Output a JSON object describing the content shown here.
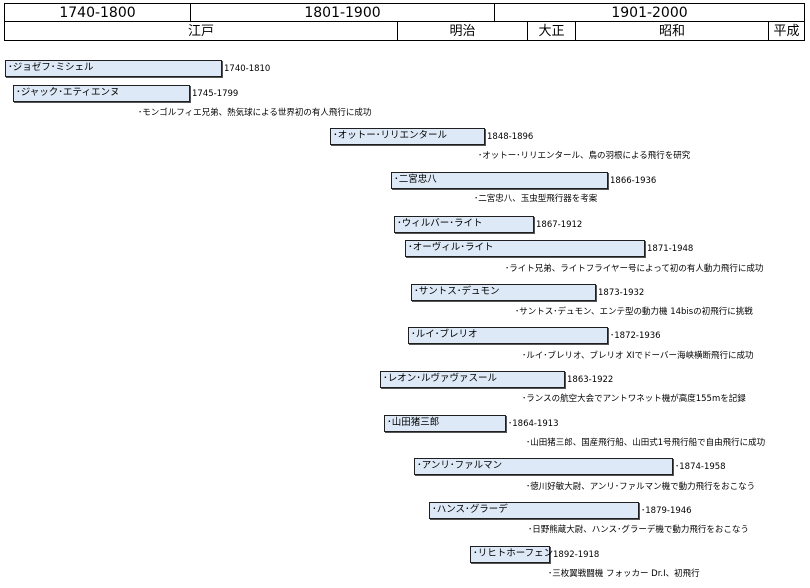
{
  "periods": [
    "1740-1800",
    "1801-1900",
    "1901-2000"
  ],
  "eras": [
    "江戸",
    "明治",
    "大正",
    "昭和",
    "平成"
  ],
  "entries": [
    {
      "name": "･ジョゼフ･ミシェル",
      "years": "1740-1810",
      "note": ""
    },
    {
      "name": "･ジャック･エティエンヌ",
      "years": "1745-1799",
      "note": "･モンゴルフィエ兄弟、熱気球による世界初の有人飛行に成功"
    },
    {
      "name": "･オットー･リリエンタール",
      "years": "1848-1896",
      "note": "･オットー･リリエンタール、鳥の羽根による飛行を研究"
    },
    {
      "name": "･二宮忠八",
      "years": "1866-1936",
      "note": "･二宮忠八、玉虫型飛行器を考案"
    },
    {
      "name": "･ウィルバー･ライト",
      "years": "1867-1912",
      "note": ""
    },
    {
      "name": "･オーヴィル･ライト",
      "years": "1871-1948",
      "note": "･ライト兄弟、ライトフライヤー号によって初の有人動力飛行に成功"
    },
    {
      "name": "･サントス･デュモン",
      "years": "1873-1932",
      "note": "･サントス･デュモン、エンテ型の動力機 14bisの初飛行に挑戦"
    },
    {
      "name": "･ルイ･ブレリオ",
      "years": "･1872-1936",
      "note": "･ルイ･ブレリオ、ブレリオ XIでドーバー海峡横断飛行に成功"
    },
    {
      "name": "･レオン･ルヴァヴァスール",
      "years": "1863-1922",
      "note": "･ランスの航空大会でアントワネット機が高度155mを記録"
    },
    {
      "name": "･山田猪三郎",
      "years": "･1864-1913",
      "note": "･山田猪三郎、国産飛行船、山田式1号飛行船で自由飛行に成功"
    },
    {
      "name": "･アンリ･ファルマン",
      "years": "･1874-1958",
      "note": "･徳川好敏大尉、アンリ･ファルマン機で動力飛行をおこなう"
    },
    {
      "name": "･ハンス･グラーデ",
      "years": "･1879-1946",
      "note": "･日野熊蔵大尉、ハンス･グラーデ機で動力飛行をおこなう"
    },
    {
      "name": "･リヒトホーフェン",
      "years": "1892-1918",
      "note": "･三枚翼戦闘機 フォッカー Dr.I、初飛行"
    }
  ]
}
